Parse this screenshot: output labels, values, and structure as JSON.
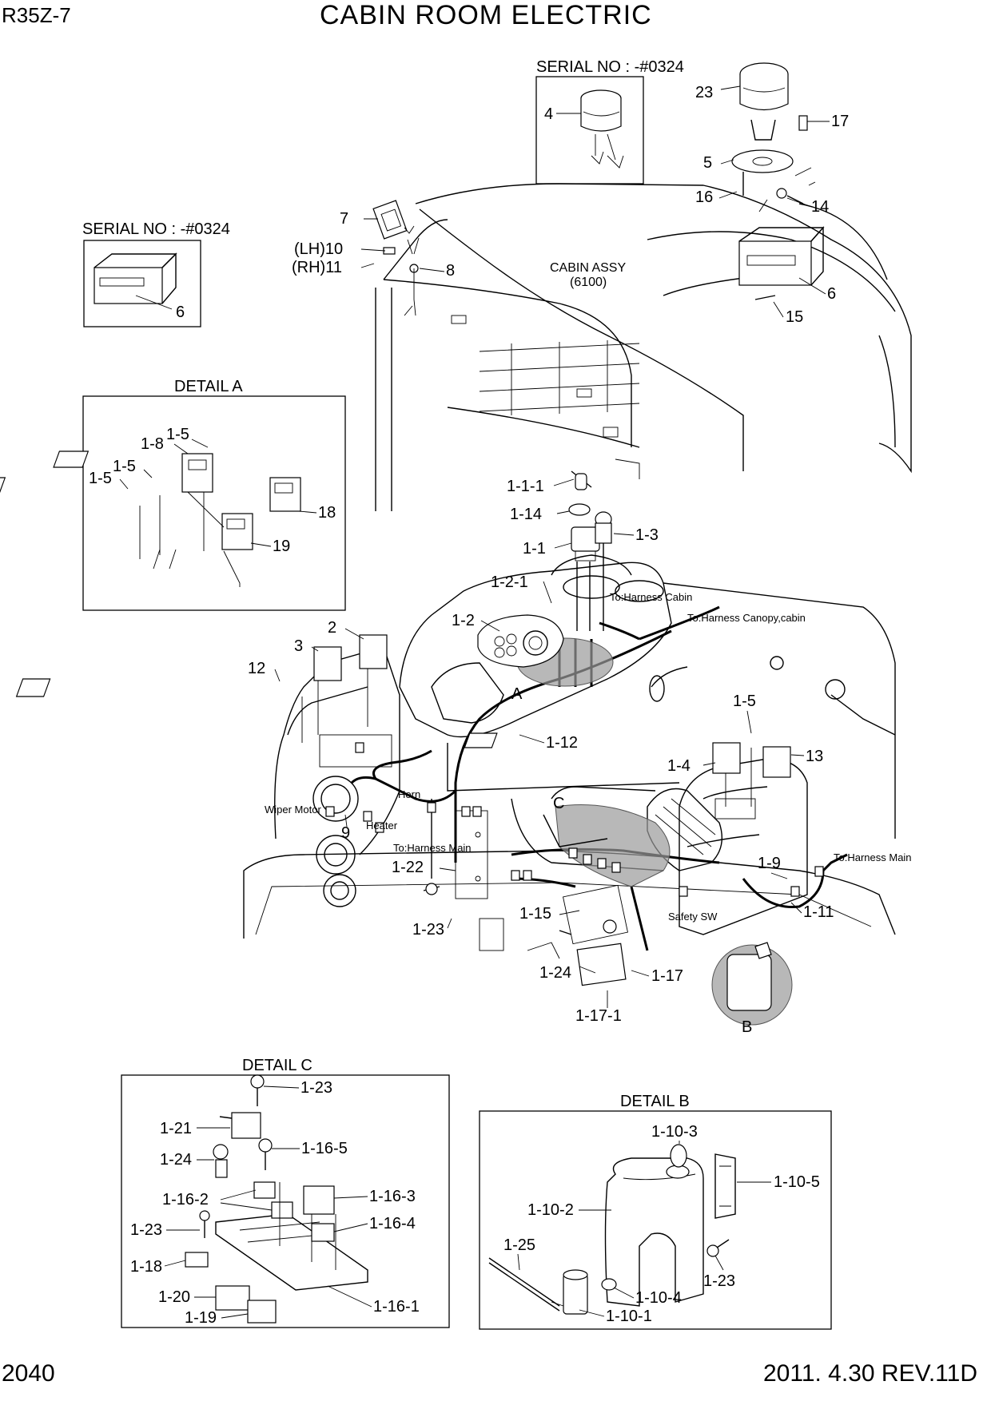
{
  "header": {
    "model": "R35Z-7",
    "title": "CABIN ROOM ELECTRIC"
  },
  "footer": {
    "page_number": "2040",
    "revision": "2011. 4.30  REV.11D"
  },
  "serial_boxes": [
    {
      "caption": "SERIAL NO : -#0324",
      "part": "4"
    },
    {
      "caption": "SERIAL NO : -#0324",
      "part": "6"
    }
  ],
  "cabin_label": {
    "name": "CABIN ASSY",
    "code": "(6100)"
  },
  "details": [
    {
      "caption": "DETAIL A"
    },
    {
      "caption": "DETAIL B"
    },
    {
      "caption": "DETAIL C"
    }
  ],
  "area_markers": [
    "A",
    "B",
    "C"
  ],
  "wire_notes": [
    "To:Harness Cabin",
    "To:Harness Canopy,cabin",
    "Wiper Motor",
    "Heater",
    "Horn",
    "To:Harness Main",
    "To:Harness Main",
    "Safety SW"
  ],
  "main_labels": [
    "23",
    "17",
    "5",
    "16",
    "14",
    "6",
    "15",
    "7",
    "(LH)10",
    "(RH)11",
    "8",
    "1-1-1",
    "1-14",
    "1-3",
    "1-1",
    "1-2-1",
    "1-2",
    "2",
    "3",
    "12",
    "1-12",
    "1-5",
    "13",
    "1-4",
    "1-9",
    "1-11",
    "9",
    "1-22",
    "1-23",
    "1-15",
    "1-24",
    "1-17",
    "1-17-1"
  ],
  "detail_a_labels": [
    "1-5",
    "1-8",
    "1-5",
    "1-5",
    "18",
    "19"
  ],
  "detail_b_labels": [
    "1-10-3",
    "1-10-5",
    "1-10-2",
    "1-25",
    "1-23",
    "1-10-4",
    "1-10-1"
  ],
  "detail_c_labels": [
    "1-23",
    "1-21",
    "1-16-5",
    "1-24",
    "1-16-2",
    "1-16-3",
    "1-23",
    "1-16-4",
    "1-18",
    "1-20",
    "1-16-1",
    "1-19"
  ]
}
